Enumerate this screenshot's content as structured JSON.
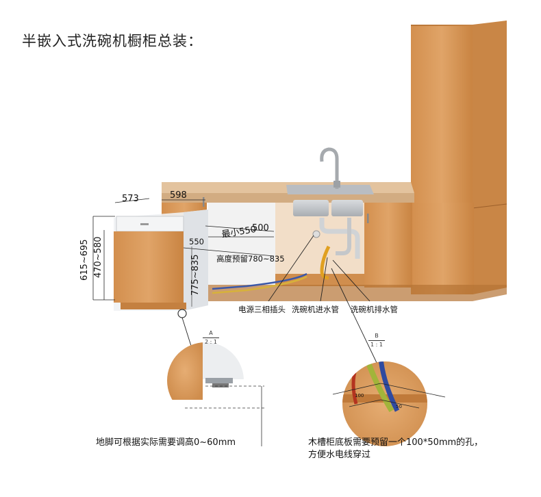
{
  "title": "半嵌入式洗碗机橱柜总装：",
  "dimensions": {
    "d573": "573",
    "d598": "598",
    "min550": "最小550",
    "d500": "500",
    "d550": "550",
    "height_reserve": "高度预留780~835",
    "h615_695": "615~695",
    "h470_580": "470~580",
    "h775_835": "775~835"
  },
  "callouts": {
    "power": "电源三相插头",
    "inlet": "洗碗机进水管",
    "drain": "洗碗机排水管"
  },
  "detail_a": {
    "top": "A",
    "bottom": "2 : 1"
  },
  "detail_b": {
    "top": "B",
    "bottom": "1 : 1",
    "w100": "100",
    "w50": "50"
  },
  "captions": {
    "left": "地脚可根据实际需要调高0~60mm",
    "right_line1": "木槽柜底板需要预留一个100*50mm的孔，",
    "right_line2": "方便水电线穿过"
  },
  "colors": {
    "wood": "#d89a5c",
    "wood_dark": "#b87838",
    "countertop": "#e8c9a6",
    "steel": "#c9ccd0",
    "dishwasher": "#e9ecef"
  }
}
